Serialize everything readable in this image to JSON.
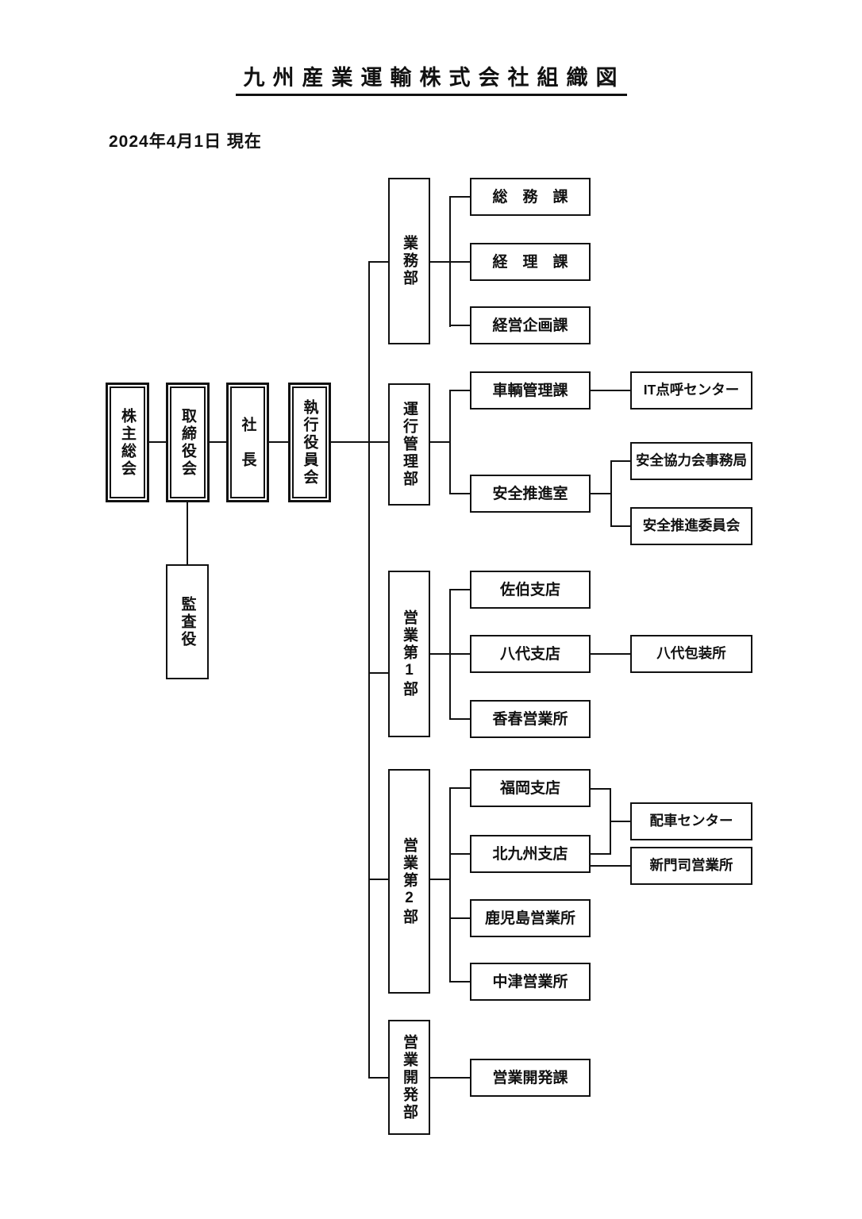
{
  "title": "九州産業運輸株式会社組織図",
  "date_label": "2024年4月1日 現在",
  "colors": {
    "line": "#111111",
    "text": "#111111",
    "background": "#ffffff"
  },
  "nodes": {
    "shareholders_meeting": "株主総会",
    "board_of_directors": "取締役会",
    "president": "社　長",
    "executive_officers": "執行役員会",
    "auditor": "監査役",
    "dept_business": "業務部",
    "general_affairs": "総　務　課",
    "accounting": "経　理　課",
    "corporate_planning": "経営企画課",
    "dept_operations": "運行管理部",
    "vehicle_management": "車輌管理課",
    "it_rollcall_center": "IT点呼センター",
    "safety_promotion_office": "安全推進室",
    "safety_coop_secretariat": "安全協力会事務局",
    "safety_promotion_committee": "安全推進委員会",
    "dept_sales1": "営業第1部",
    "saiki_branch": "佐伯支店",
    "yatsushiro_branch": "八代支店",
    "yatsushiro_packaging": "八代包装所",
    "kawara_office": "香春営業所",
    "dept_sales2": "営業第2部",
    "fukuoka_branch": "福岡支店",
    "kitakyushu_branch": "北九州支店",
    "dispatch_center": "配車センター",
    "shinmoji_office": "新門司営業所",
    "kagoshima_office": "鹿児島営業所",
    "nakatsu_office": "中津営業所",
    "dept_sales_dev": "営業開発部",
    "sales_dev_section": "営業開発課"
  }
}
